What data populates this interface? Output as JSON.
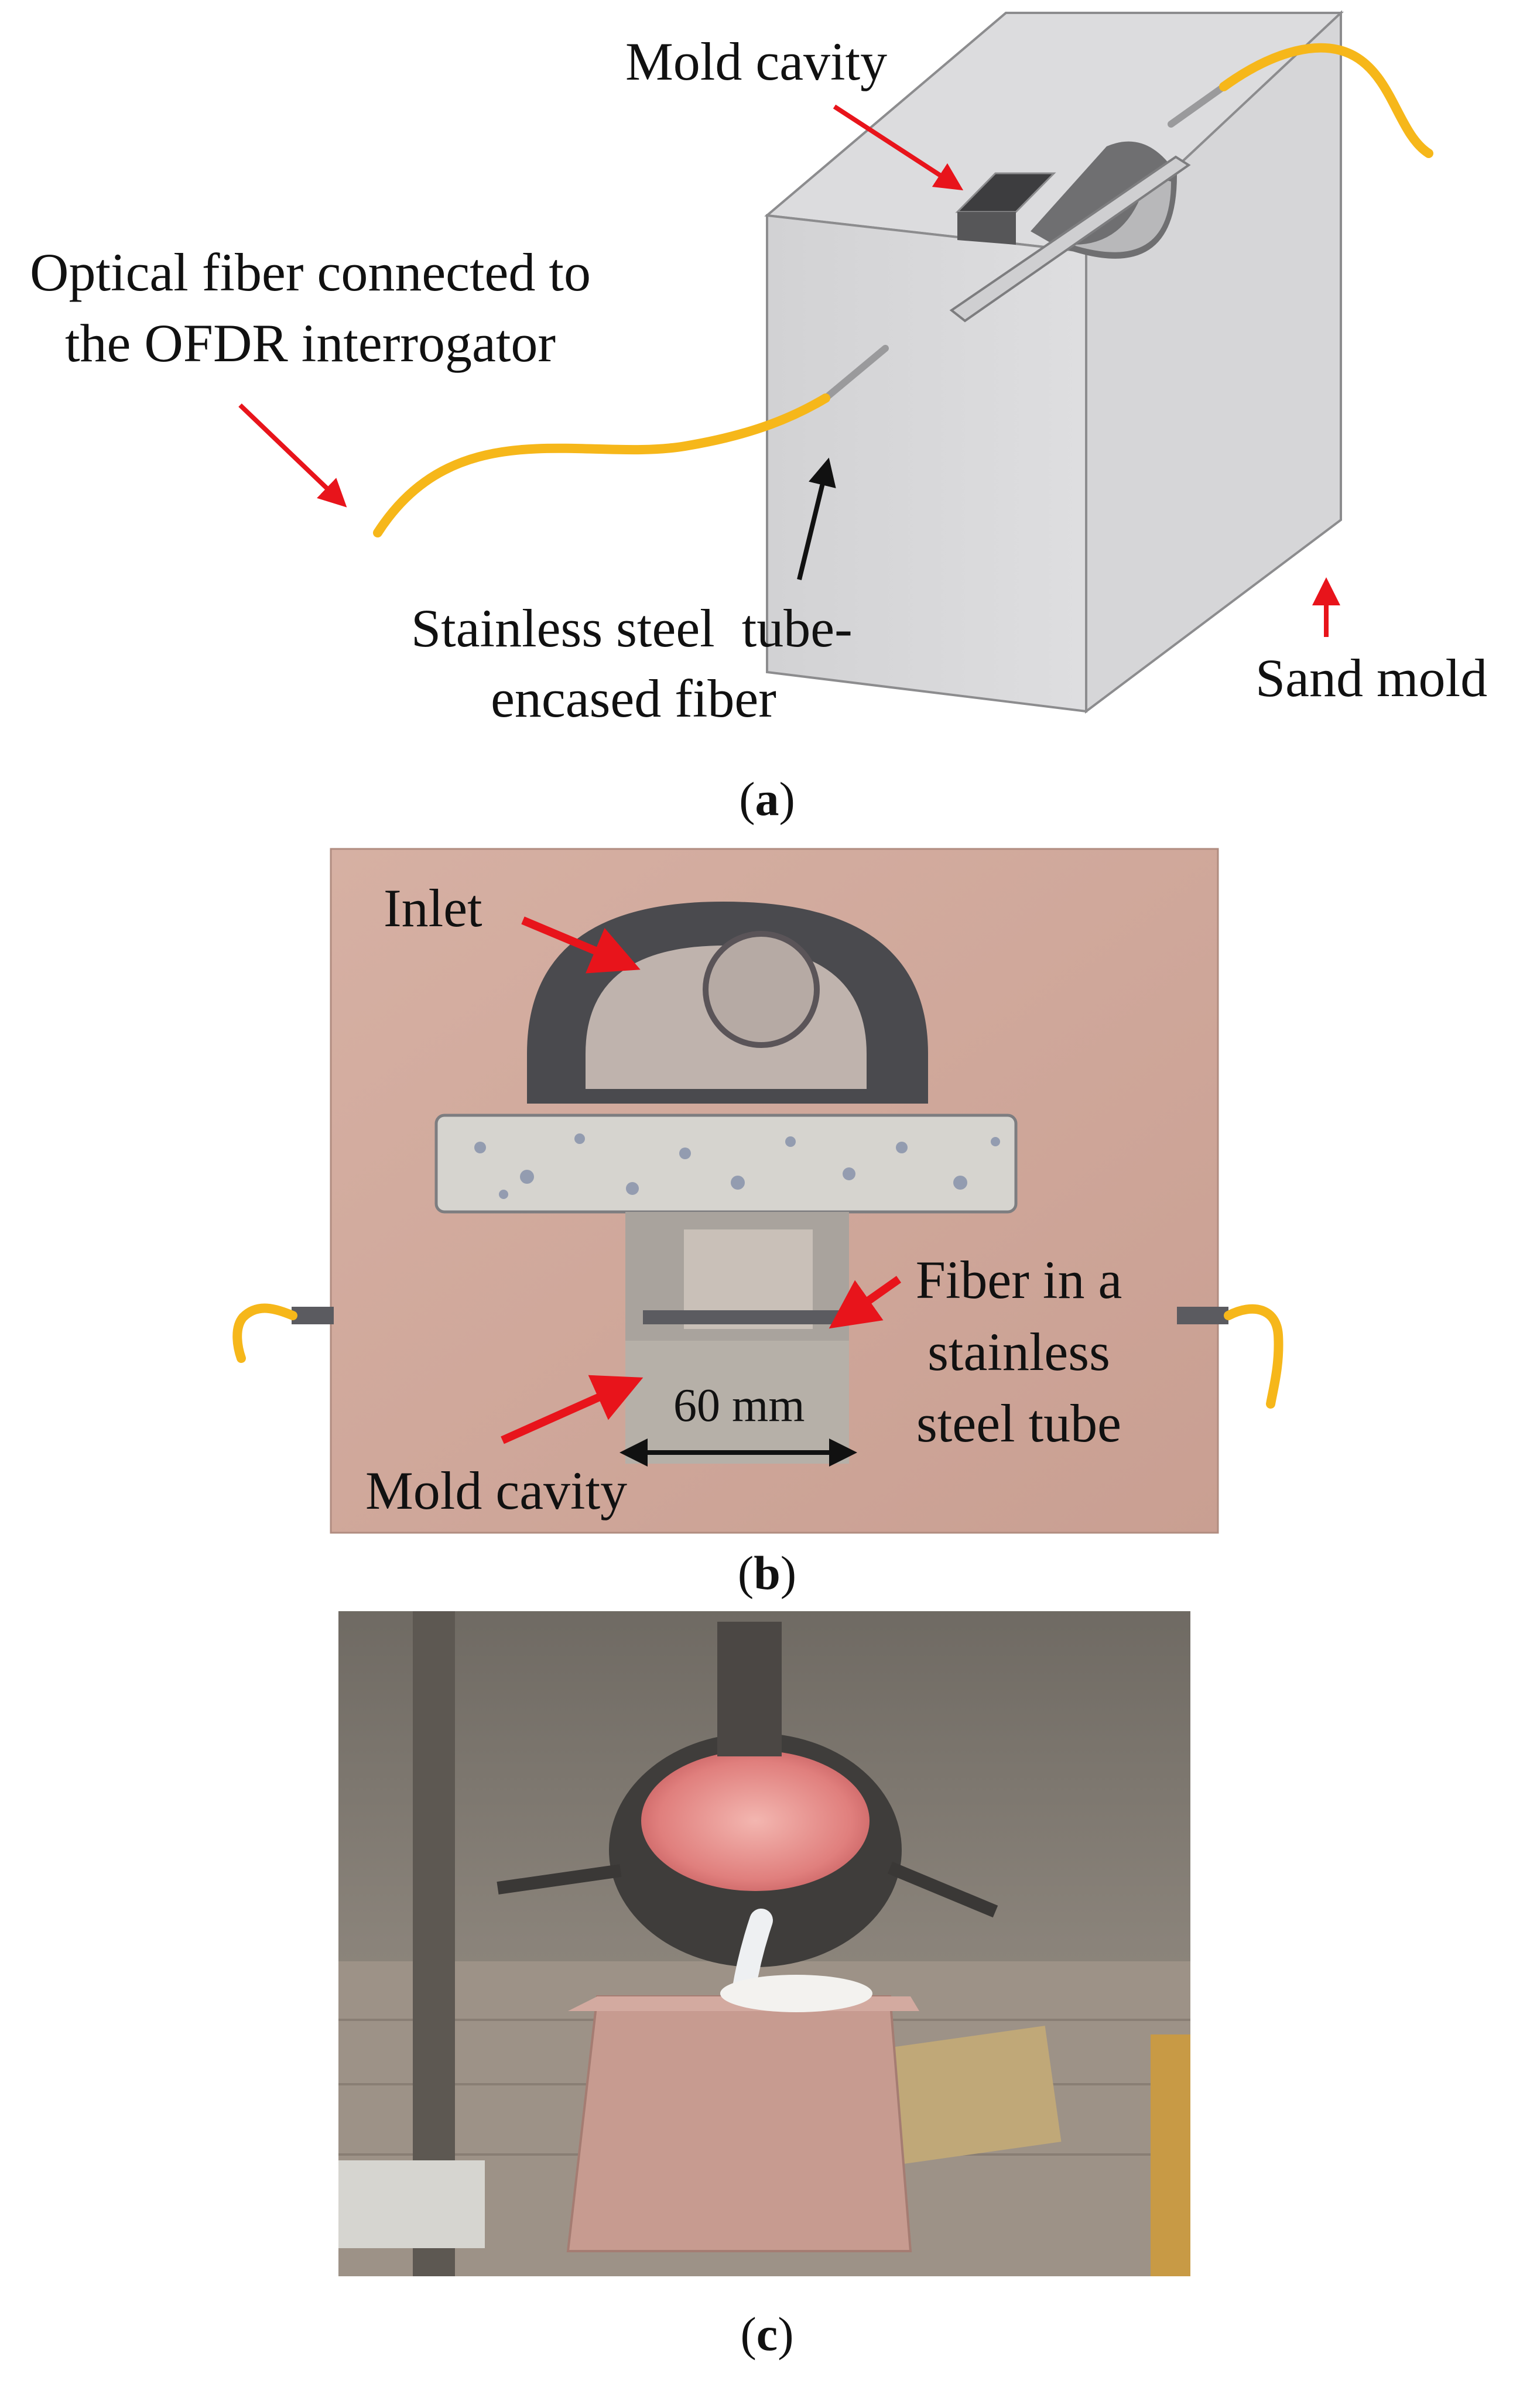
{
  "panel_a": {
    "mold_cavity_label": "Mold cavity",
    "fiber_label_line1": "Optical fiber connected to",
    "fiber_label_line2": "the OFDR interrogator",
    "tube_label_line1": "Stainless steel  tube-",
    "tube_label_line2": "encased fiber",
    "sand_mold_label": "Sand mold",
    "caption_letter": "a"
  },
  "panel_b": {
    "inlet_label": "Inlet",
    "fiber_tube_line1": "Fiber in a",
    "fiber_tube_line2": "stainless",
    "fiber_tube_line3": "steel tube",
    "dimension_label": "60 mm",
    "mold_cavity_label": "Mold cavity",
    "caption_letter": "b"
  },
  "panel_c": {
    "caption_letter": "c"
  },
  "colors": {
    "arrow_red": "#e8141b",
    "fiber_yellow": "#f6b71a",
    "mold_gray": "#d8d8da",
    "photo_pink": "#cfa79a"
  }
}
